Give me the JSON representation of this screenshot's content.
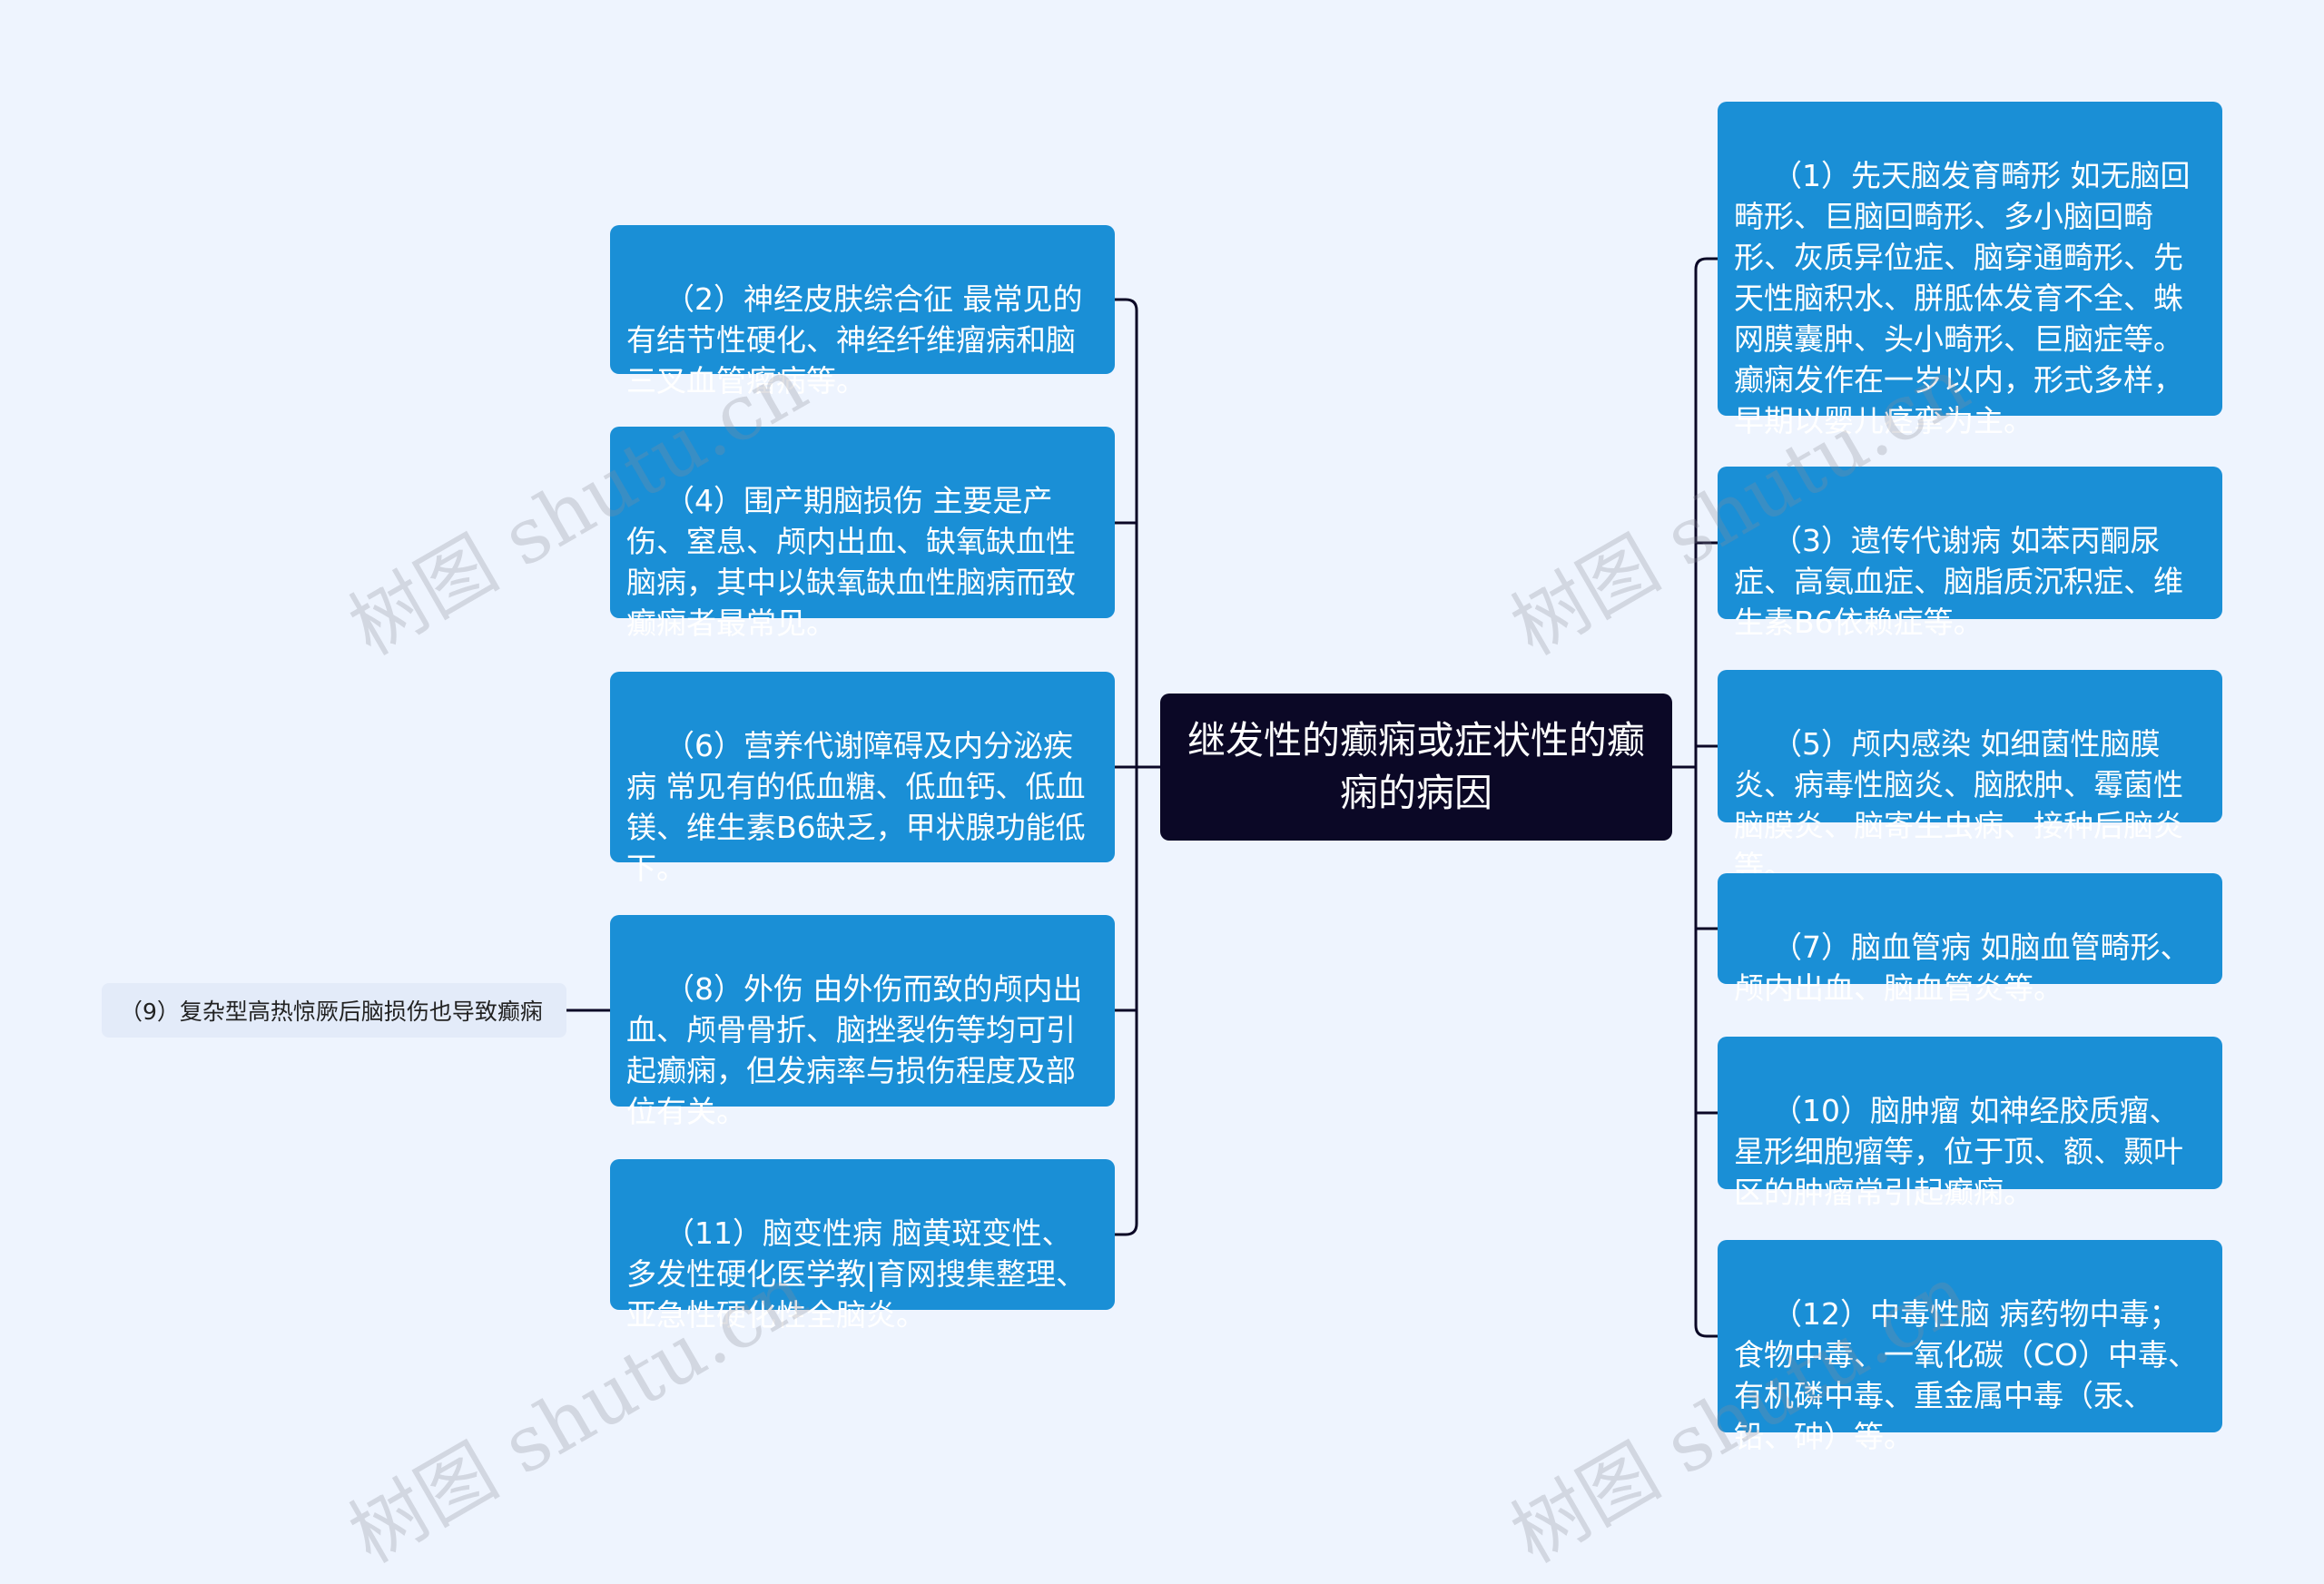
{
  "root": {
    "title": "继发性的癫痫或症状性的癫痫的病因"
  },
  "left_nodes": [
    {
      "text": "（2）神经皮肤综合征 最常见的有结节性硬化、神经纤维瘤病和脑三叉血管瘤病等。"
    },
    {
      "text": "（4）围产期脑损伤 主要是产伤、窒息、颅内出血、缺氧缺血性脑病，其中以缺氧缺血性脑病而致癫痫者最常见。"
    },
    {
      "text": "（6）营养代谢障碍及内分泌疾病 常见有的低血糖、低血钙、低血镁、维生素B6缺乏，甲状腺功能低下。"
    },
    {
      "text": "（8）外伤 由外伤而致的颅内出血、颅骨骨折、脑挫裂伤等均可引起癫痫，但发病率与损伤程度及部位有关。"
    },
    {
      "text": "（11）脑变性病 脑黄斑变性、多发性硬化医学教|育网搜集整理、亚急性硬化性全脑炎。"
    }
  ],
  "right_nodes": [
    {
      "text": "（1）先天脑发育畸形 如无脑回畸形、巨脑回畸形、多小脑回畸形、灰质异位症、脑穿通畸形、先天性脑积水、胼胝体发育不全、蛛网膜囊肿、头小畸形、巨脑症等。癫痫发作在一岁以内，形式多样，早期以婴儿痉挛为主。"
    },
    {
      "text": "（3）遗传代谢病 如苯丙酮尿症、高氨血症、脑脂质沉积症、维生素B6依赖症等。"
    },
    {
      "text": "（5）颅内感染 如细菌性脑膜炎、病毒性脑炎、脑脓肿、霉菌性脑膜炎、脑寄生虫病、接种后脑炎等。"
    },
    {
      "text": "（7）脑血管病 如脑血管畸形、颅内出血、脑血管炎等。"
    },
    {
      "text": "（10）脑肿瘤 如神经胶质瘤、星形细胞瘤等，位于顶、额、颞叶区的肿瘤常引起癫痫。"
    },
    {
      "text": "（12）中毒性脑 病药物中毒；食物中毒、一氧化碳（CO）中毒、有机磷中毒、重金属中毒（汞、铅、砷）等。"
    }
  ],
  "child_leaf": {
    "text": "（9）复杂型高热惊厥后脑损伤也导致癫痫"
  },
  "watermark": {
    "text": "树图 shutu.cn"
  },
  "colors": {
    "background": "#eef4fe",
    "root_fill": "#0b0826",
    "node_fill": "#1a8fd6",
    "leaf_fill": "#e3ebf9",
    "connector": "#0b0826"
  }
}
